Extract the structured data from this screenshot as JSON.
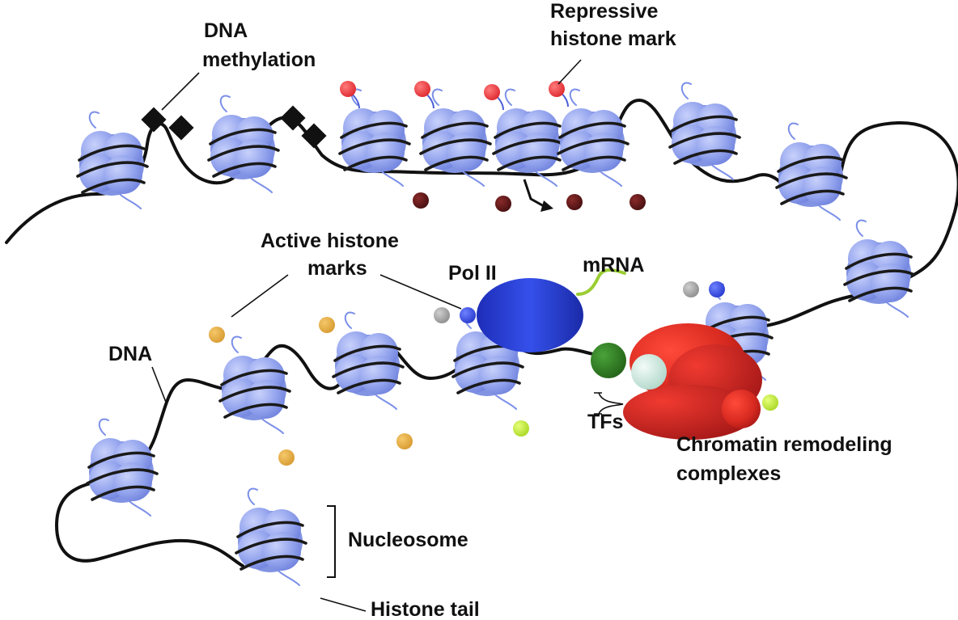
{
  "labels": {
    "dna_methylation_line1": "DNA",
    "dna_methylation_line2": "methylation",
    "repressive_line1": "Repressive",
    "repressive_line2": "histone mark",
    "active_line1": "Active histone",
    "active_line2": "marks",
    "pol2": "Pol II",
    "mrna": "mRNA",
    "dna": "DNA",
    "tfs": "TFs",
    "remodeling_line1": "Chromatin remodeling",
    "remodeling_line2": "complexes",
    "nucleosome": "Nucleosome",
    "histone_tail": "Histone tail"
  },
  "colors": {
    "nucleosome": "#8f9fe6",
    "repressive_mark_red": "#e8333a",
    "repressive_mark_dark": "#5a1414",
    "active_mark_gold": "#e0a83a",
    "pol2": "#2d3fd6",
    "mrna": "#9acd32",
    "remodeler": "#d22a22",
    "tf_green": "#2e7d1e",
    "tf_pale": "#cde8e0",
    "mark_gray": "#9a9a9a",
    "mark_blue": "#2f43d8",
    "mark_lime": "#b5e61d"
  }
}
